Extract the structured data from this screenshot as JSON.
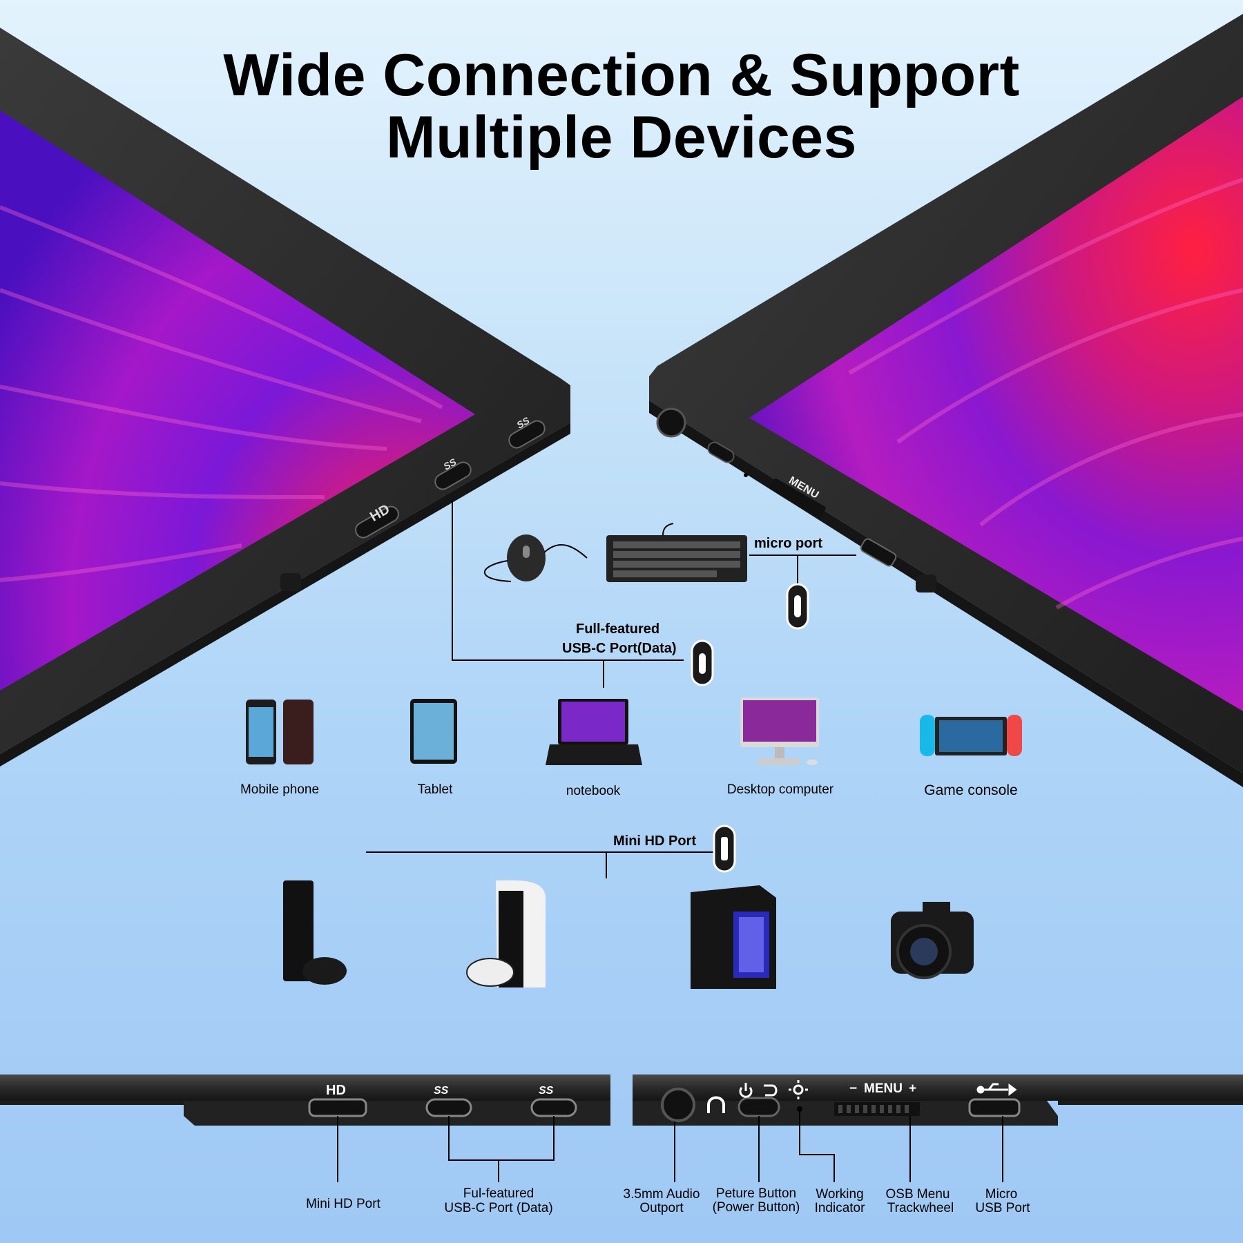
{
  "title": {
    "line1": "Wide Connection & Support",
    "line2": "Multiple Devices"
  },
  "port_markings": {
    "hd": "HD",
    "ss": "SS",
    "menu": "MENU",
    "minus": "−",
    "plus": "+"
  },
  "connections": {
    "micro_port": "micro port",
    "usbc_line1": "Full-featured",
    "usbc_line2": "USB-C Port(Data)",
    "mini_hd": "Mini HD Port"
  },
  "devices": {
    "mobile_phone": "Mobile phone",
    "tablet": "Tablet",
    "notebook": "notebook",
    "desktop_computer": "Desktop computer",
    "game_console": "Game console"
  },
  "port_labels": {
    "mini_hd_port": "Mini HD Port",
    "usbc_line1": "Ful-featured",
    "usbc_line2": "USB-C Port (Data)",
    "audio_line1": "3.5mm Audio",
    "audio_line2": "Outport",
    "power_line1": "Peture Button",
    "power_line2": "(Power Button)",
    "indicator_line1": "Working",
    "indicator_line2": "Indicator",
    "osb_line1": "OSB Menu",
    "osb_line2": "Trackwheel",
    "micro_line1": "Micro",
    "micro_line2": "USB Port"
  },
  "colors": {
    "bezel": "#2b2b2b",
    "screen_purple": "#7a1ed8",
    "screen_red": "#e0154a",
    "line": "#000000"
  }
}
